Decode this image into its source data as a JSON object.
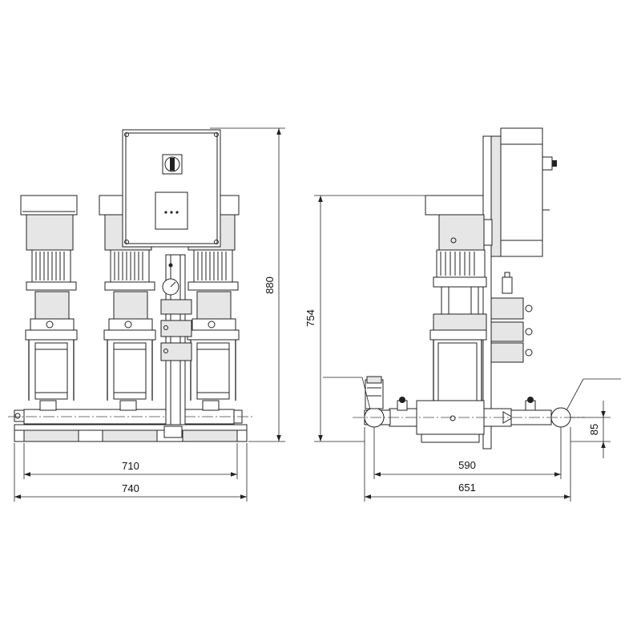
{
  "dimensions": {
    "front_width_inner": "710",
    "front_width_outer": "740",
    "front_height": "880",
    "side_height": "754",
    "side_width_inner": "590",
    "side_width_outer": "651",
    "side_pipe_height": "85"
  },
  "icons": {
    "pump_motor": "pump-motor-icon",
    "control_cabinet": "control-cabinet-icon",
    "pressure_gauge": "pressure-gauge-icon",
    "valve": "valve-icon"
  }
}
